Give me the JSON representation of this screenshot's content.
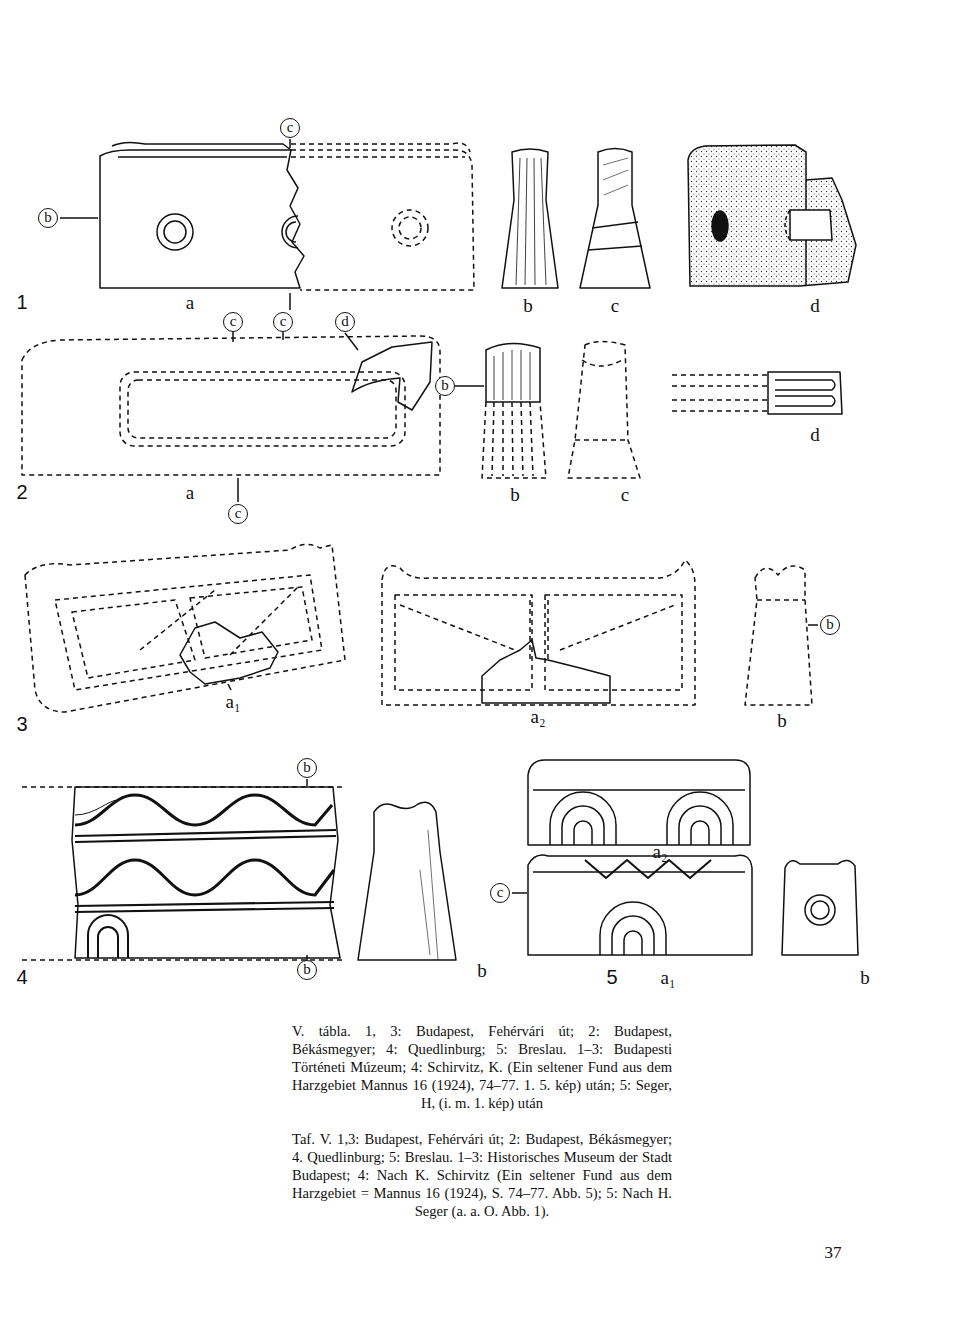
{
  "diagram": {
    "caption": "V. tábla. 1, 3: Budapest, Fehérvári út; 2: Budapest, Békásmegyer; 4: Quedlinburg; 5: Breslau. 1–3: Budapesti Történeti Múzeum; 4: Schirvitz, K. (Ein seltener Fund aus dem Harzgebiet Mannus 16 (1924), 74–77. 1. 5. kép) után; 5: Seger, H, (i. m. 1. kép) után",
    "labels": [
      "c",
      "b",
      "1",
      "a",
      "b",
      "c",
      "d",
      "c",
      "c",
      "d",
      "b",
      "d",
      "2",
      "a",
      "b",
      "c",
      "c",
      "b",
      "a₁",
      "3",
      "a₂",
      "b",
      "b",
      "a₂",
      "c",
      "4",
      "b",
      "b",
      "5",
      "a₁",
      "b",
      "Taf. V. 1,3: Budapest, Fehérvári út; 2: Budapest, Békásmegyer; 4. Quedlinburg; 5: Breslau. 1–3: Historisches Museum der Stadt Budapest; 4: Nach K. Schirvitz (Ein seltener Fund aus dem Harzgebiet = Mannus 16 (1924), S. 74–77. Abb. 5); 5: Nach H. Seger (a. a. O. Abb. 1).",
      "37"
    ]
  }
}
